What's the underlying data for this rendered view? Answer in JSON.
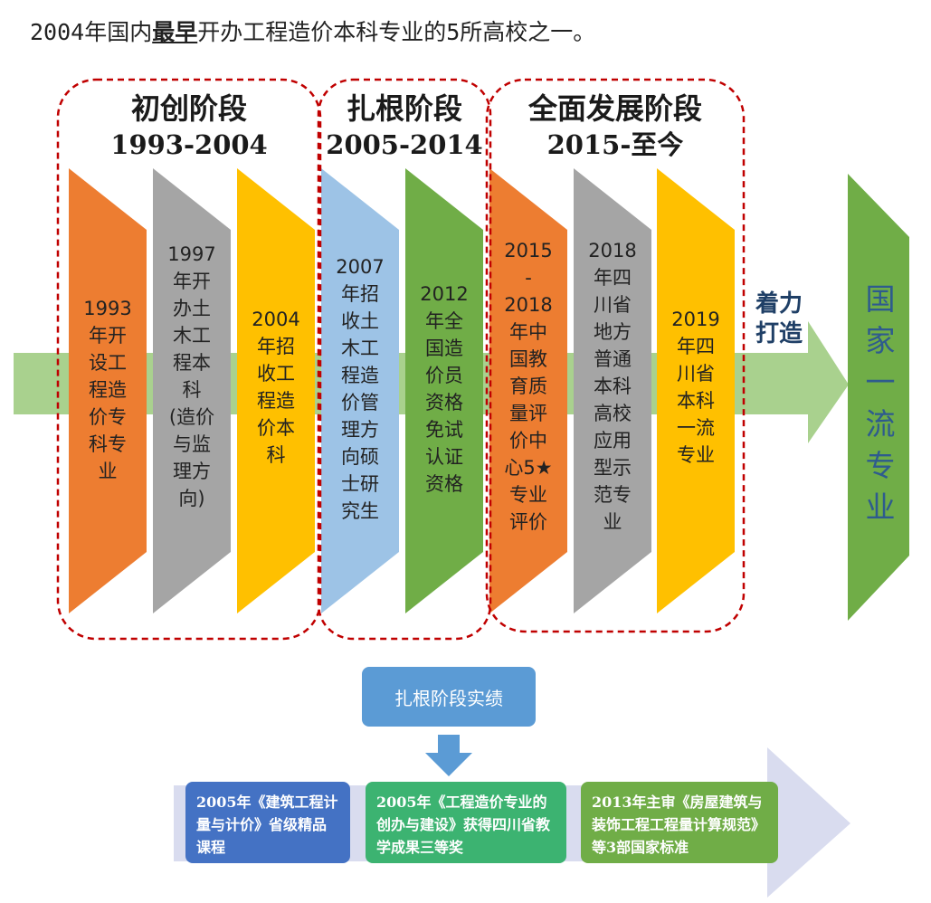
{
  "intro": {
    "prefix": "2004年国内",
    "emphasis": "最早",
    "suffix": "开办工程造价本科专业的5所高校之一。"
  },
  "stages": [
    {
      "name": "初创阶段",
      "years": "1993-2004"
    },
    {
      "name": "扎根阶段",
      "years": "2005-2014"
    },
    {
      "name": "全面发展阶段",
      "years": "2015-至今"
    }
  ],
  "milestones": [
    {
      "lines": [
        "1993",
        "年开",
        "设工",
        "程造",
        "价专",
        "科专",
        "业"
      ],
      "color": "#ed7d31"
    },
    {
      "lines": [
        "1997",
        "年开",
        "办土",
        "木工",
        "程本",
        "科",
        "(造价",
        "与监",
        "理方",
        "向)"
      ],
      "color": "#a5a5a5"
    },
    {
      "lines": [
        "2004",
        "年招",
        "收工",
        "程造",
        "价本",
        "科"
      ],
      "color": "#ffc000"
    },
    {
      "lines": [
        "2007",
        "年招",
        "收土",
        "木工",
        "程造",
        "价管",
        "理方",
        "向硕",
        "士研",
        "究生"
      ],
      "color": "#9dc3e6"
    },
    {
      "lines": [
        "2012",
        "年全",
        "国造",
        "价员",
        "资格",
        "免试",
        "认证",
        "资格"
      ],
      "color": "#70ad47"
    },
    {
      "lines": [
        "2015",
        "-",
        "2018",
        "年中",
        "国教",
        "育质",
        "量评",
        "价中",
        "心5★",
        "专业",
        "评价"
      ],
      "color": "#ed7d31"
    },
    {
      "lines": [
        "2018",
        "年四",
        "川省",
        "地方",
        "普通",
        "本科",
        "高校",
        "应用",
        "型示",
        "范专",
        "业"
      ],
      "color": "#a5a5a5"
    },
    {
      "lines": [
        "2019",
        "年四",
        "川省",
        "本科",
        "一流",
        "专业"
      ],
      "color": "#ffc000"
    }
  ],
  "effort_label": [
    "着力",
    "打造"
  ],
  "goal": [
    "国",
    "家",
    "一",
    "流",
    "专",
    "业"
  ],
  "achievements_title": "扎根阶段实绩",
  "achievements": [
    {
      "text": "2005年《建筑工程计量与计价》省级精品课程",
      "color": "#4472c4"
    },
    {
      "text": "2005年《工程造价专业的创办与建设》获得四川省教学成果三等奖",
      "color": "#3cb371"
    },
    {
      "text": "2013年主审《房屋建筑与装饰工程工程量计算规范》等3部国家标准",
      "color": "#70ad47"
    }
  ],
  "colors": {
    "frame": "#c00000",
    "band": "#a9d18e",
    "goal": "#70ad47",
    "down_arrow": "#5b9bd5",
    "big_arrow": "#d9dcef"
  }
}
